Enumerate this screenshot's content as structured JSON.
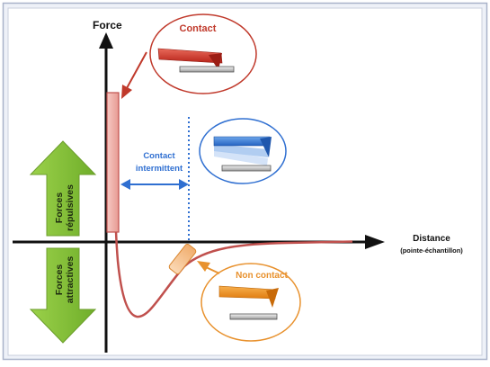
{
  "axes": {
    "y_label": "Force",
    "x_label": "Distance",
    "x_sublabel": "(pointe-échantillon)"
  },
  "modes": {
    "contact": {
      "label": "Contact",
      "color": "#c0392b"
    },
    "intermittent": {
      "label_line1": "Contact",
      "label_line2": "intermittent",
      "color": "#2f6fd1"
    },
    "non_contact": {
      "label": "Non contact",
      "color": "#e8912d"
    }
  },
  "forces": {
    "repulsive": {
      "line1": "Forces",
      "line2": "répulsives"
    },
    "attractive": {
      "line1": "Forces",
      "line2": "attractives"
    }
  },
  "colors": {
    "curve": "#c0504d",
    "arrow_green": "#8cc63f",
    "panel_bg": "#eef1f8",
    "panel_border": "#a9b3c9"
  }
}
